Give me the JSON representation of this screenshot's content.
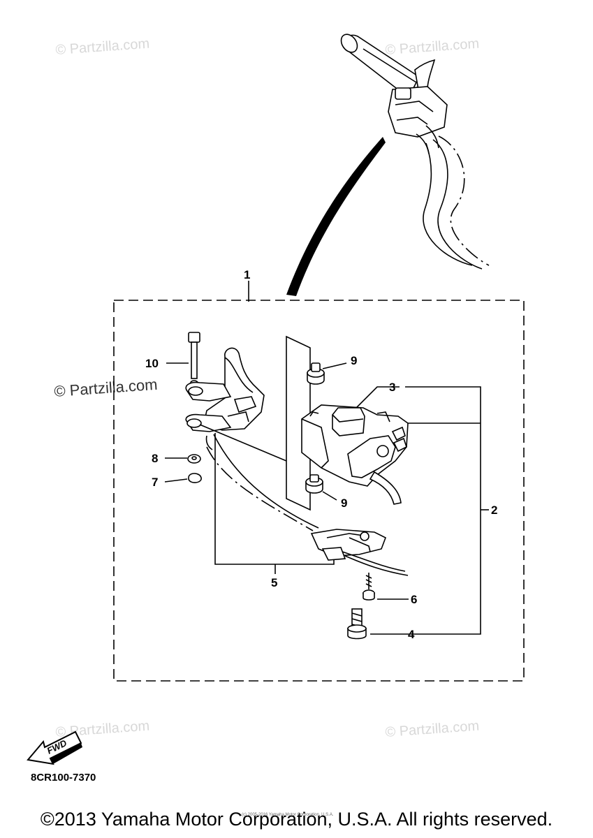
{
  "watermarks": [
    "© Partzilla.com",
    "© Partzilla.com",
    "© Partzilla.com",
    "© Partzilla.com",
    "© Partzilla.com"
  ],
  "callouts": {
    "c1": "1",
    "c2": "2",
    "c3": "3",
    "c4": "4",
    "c5": "5",
    "c6": "6",
    "c7": "7",
    "c8": "8",
    "c9a": "9",
    "c9b": "9",
    "c10": "10"
  },
  "fwd_label": "FWD",
  "part_code": "8CR100-7370",
  "tiny_notice": "(c) 2005-2016 Yamaha Motor Corporation, U.S.A.",
  "copyright": "©2013 Yamaha Motor Corporation, U.S.A. All rights reserved.",
  "colors": {
    "line": "#000000",
    "watermark": "#d8d8d8",
    "background": "#ffffff"
  },
  "icons": [
    "fwd-arrow-icon"
  ]
}
